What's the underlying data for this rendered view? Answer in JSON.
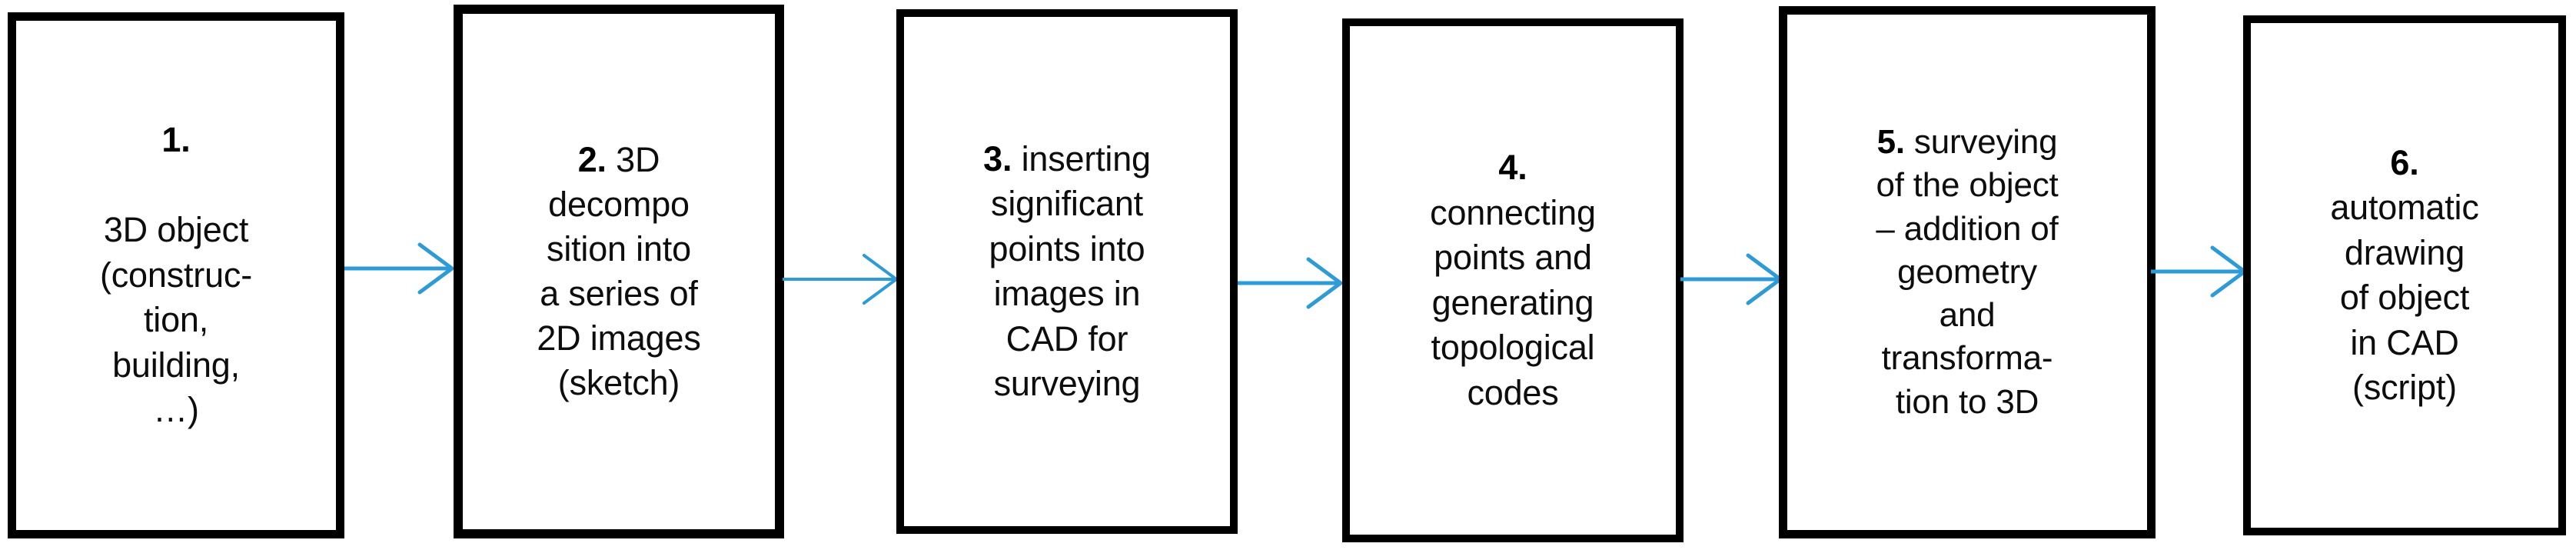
{
  "diagram": {
    "title": "3D object to CAD drawing workflow",
    "type": "flowchart",
    "orientation": "left-to-right",
    "background_color": "#ffffff",
    "box_border_color": "#000000",
    "box_fill_color": "#ffffff",
    "text_color": "#0d0d0d",
    "arrow_color": "#2e9bd6",
    "steps": [
      {
        "number": "1.",
        "body": "\n\n3D object\n(construc-\ntion,\nbuilding,\n…)",
        "full_text": "1. 3D object (construction, building, …)"
      },
      {
        "number": "2.",
        "body": " 3D\ndecompo\nsition into\na series of\n2D images\n(sketch)",
        "full_text": "2. 3D decomposition into a series of 2D images (sketch)"
      },
      {
        "number": "3.",
        "body": " inserting\nsignificant\npoints into\nimages in\nCAD for\nsurveying",
        "full_text": "3. inserting significant points into images in CAD for surveying"
      },
      {
        "number": "4.",
        "body": "\nconnecting\npoints and\ngenerating\ntopological\ncodes",
        "full_text": "4. connecting points and generating topological codes"
      },
      {
        "number": "5.",
        "body": " surveying\nof the object\n– addition of\ngeometry\nand\ntransforma-\ntion to 3D",
        "full_text": "5. surveying of the object – addition of geometry and transformation to 3D"
      },
      {
        "number": "6.",
        "body": "\nautomatic\ndrawing\nof object\nin CAD\n(script)",
        "full_text": "6. automatic drawing of object in CAD (script)"
      }
    ],
    "connectors": [
      {
        "from": "1",
        "to": "2",
        "label": ""
      },
      {
        "from": "2",
        "to": "3",
        "label": ""
      },
      {
        "from": "3",
        "to": "4",
        "label": ""
      },
      {
        "from": "4",
        "to": "5",
        "label": ""
      },
      {
        "from": "5",
        "to": "6",
        "label": ""
      }
    ]
  }
}
